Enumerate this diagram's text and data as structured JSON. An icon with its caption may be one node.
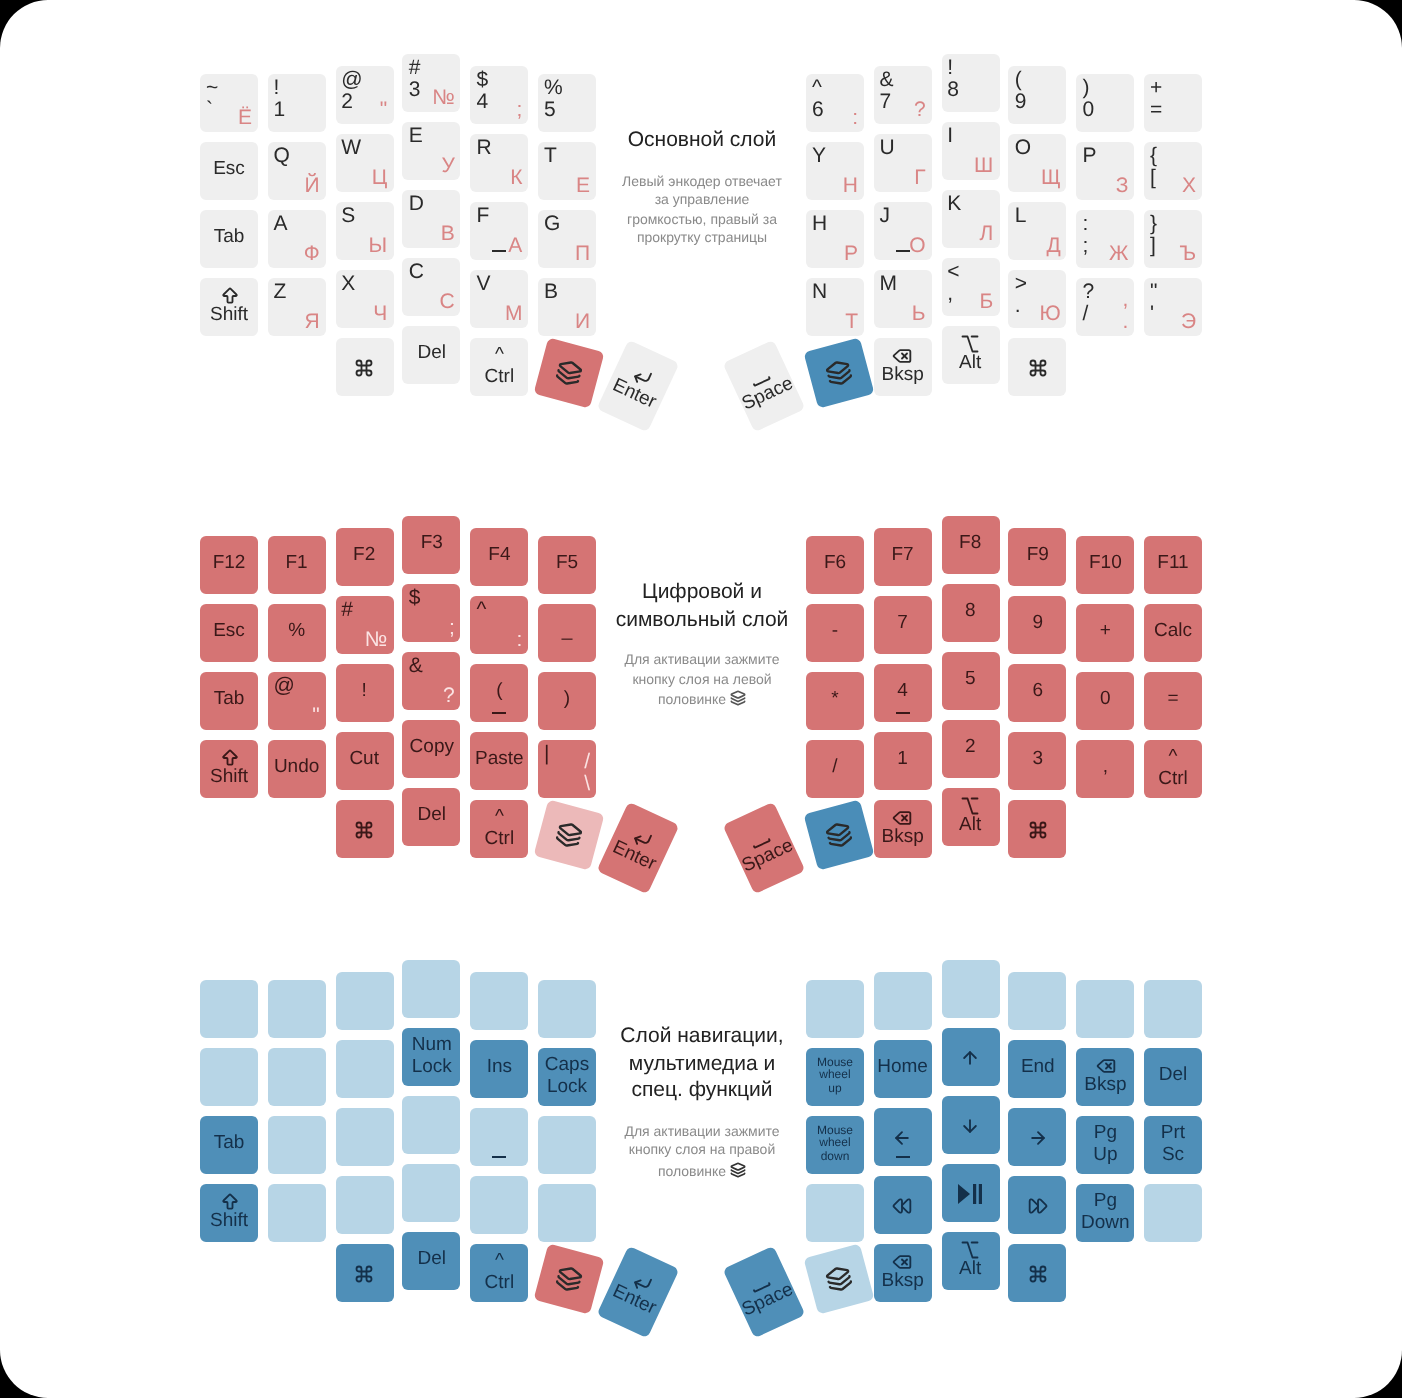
{
  "diagram": {
    "nodes": [
      {
        "text": [
          "~",
          "`",
          "Ё"
        ]
      },
      {
        "text": [
          "!",
          "1"
        ]
      },
      {
        "text": [
          "@",
          "2",
          "\""
        ]
      },
      {
        "text": [
          "#",
          "3",
          "№"
        ]
      },
      {
        "text": [
          "$",
          "4",
          ";"
        ]
      },
      {
        "text": [
          "%",
          "5"
        ]
      },
      {
        "text": [
          "Esc"
        ]
      },
      {
        "text": [
          "Q",
          "Й"
        ]
      },
      {
        "text": [
          "W",
          "Ц"
        ]
      },
      {
        "text": [
          "E",
          "У"
        ]
      },
      {
        "text": [
          "R",
          "К"
        ]
      },
      {
        "text": [
          "T",
          "Е"
        ]
      },
      {
        "text": [
          "Tab"
        ]
      },
      {
        "text": [
          "A",
          "Ф"
        ]
      },
      {
        "text": [
          "S",
          "Ы"
        ]
      },
      {
        "text": [
          "D",
          "В"
        ]
      },
      {
        "text": [
          "F",
          "А"
        ]
      },
      {
        "text": [
          "G",
          "П"
        ]
      },
      {
        "text": [
          "Shift"
        ]
      },
      {
        "text": [
          "Z",
          "Я"
        ]
      },
      {
        "text": [
          "X",
          "Ч"
        ]
      },
      {
        "text": [
          "C",
          "С"
        ]
      },
      {
        "text": [
          "V",
          "М"
        ]
      },
      {
        "text": [
          "B",
          "И"
        ]
      },
      {
        "text": [],
        "shape": "box"
      },
      {
        "text": [
          "Del"
        ]
      },
      {
        "text": [
          "^",
          "Ctrl"
        ]
      },
      {
        "text": [],
        "shape": "box"
      },
      {
        "text": [
          "Enter"
        ]
      },
      {
        "text": [
          "^",
          "6",
          ":"
        ]
      },
      {
        "text": [
          "&",
          "7",
          "?"
        ]
      },
      {
        "text": [
          "!",
          "8"
        ]
      },
      {
        "text": [
          "(",
          "9"
        ]
      },
      {
        "text": [
          ")",
          "0"
        ]
      },
      {
        "text": [
          "+",
          "="
        ]
      },
      {
        "text": [
          "Y",
          "Н"
        ]
      },
      {
        "text": [
          "U",
          "Г"
        ]
      },
      {
        "text": [
          "I",
          "Ш"
        ]
      },
      {
        "text": [
          "O",
          "Щ"
        ]
      },
      {
        "text": [
          "P",
          "З"
        ]
      },
      {
        "text": [
          "{",
          "[",
          "Х"
        ]
      },
      {
        "text": [
          "H",
          "Р"
        ]
      },
      {
        "text": [
          "J",
          "О"
        ]
      },
      {
        "text": [
          "K",
          "Л"
        ]
      },
      {
        "text": [
          "L",
          "Д"
        ]
      },
      {
        "text": [
          ":",
          ";",
          "Ж"
        ]
      },
      {
        "text": [
          "}",
          "]",
          "Ъ"
        ]
      },
      {
        "text": [
          "N",
          "Т"
        ]
      },
      {
        "text": [
          "M",
          "Ь"
        ]
      },
      {
        "text": [
          "<",
          ",",
          "Б"
        ]
      },
      {
        "text": [
          ">",
          ".",
          "Ю"
        ]
      },
      {
        "text": [
          "?",
          "/",
          ",",
          "."
        ]
      },
      {
        "text": [
          "\"",
          "'",
          "Э"
        ]
      },
      {
        "text": [
          "Space"
        ]
      },
      {
        "text": [],
        "shape": "box"
      },
      {
        "text": [
          "Bksp"
        ]
      },
      {
        "text": [
          "Alt"
        ]
      },
      {
        "text": [],
        "shape": "box"
      },
      {
        "text": [
          "F12"
        ]
      },
      {
        "text": [
          "F1"
        ]
      },
      {
        "text": [
          "F2"
        ]
      },
      {
        "text": [
          "F3"
        ]
      },
      {
        "text": [
          "F4"
        ]
      },
      {
        "text": [
          "F5"
        ]
      },
      {
        "text": [
          "Esc"
        ]
      },
      {
        "text": [
          "%"
        ]
      },
      {
        "text": [
          "#",
          "№"
        ]
      },
      {
        "text": [
          "$",
          ";"
        ]
      },
      {
        "text": [
          "^",
          ":"
        ]
      },
      {
        "text": [
          "_"
        ]
      },
      {
        "text": [
          "Tab"
        ]
      },
      {
        "text": [
          "@",
          "\""
        ]
      },
      {
        "text": [
          "!"
        ]
      },
      {
        "text": [
          "&",
          "?"
        ]
      },
      {
        "text": [
          "("
        ]
      },
      {
        "text": [
          ")"
        ]
      },
      {
        "text": [
          "Shift"
        ]
      },
      {
        "text": [
          "Undo"
        ]
      },
      {
        "text": [
          "Cut"
        ]
      },
      {
        "text": [
          "Copy"
        ]
      },
      {
        "text": [
          "Paste"
        ]
      },
      {
        "text": [
          "|",
          "/",
          "\\"
        ]
      },
      {
        "text": [],
        "shape": "box"
      },
      {
        "text": [
          "Del"
        ]
      },
      {
        "text": [
          "^",
          "Ctrl"
        ]
      },
      {
        "text": [],
        "shape": "box"
      },
      {
        "text": [
          "Enter"
        ]
      },
      {
        "text": [
          "F6"
        ]
      },
      {
        "text": [
          "F7"
        ]
      },
      {
        "text": [
          "F8"
        ]
      },
      {
        "text": [
          "F9"
        ]
      },
      {
        "text": [
          "F10"
        ]
      },
      {
        "text": [
          "F11"
        ]
      },
      {
        "text": [
          "-"
        ]
      },
      {
        "text": [
          "7"
        ]
      },
      {
        "text": [
          "8"
        ]
      },
      {
        "text": [
          "9"
        ]
      },
      {
        "text": [
          "+"
        ]
      },
      {
        "text": [
          "Calc"
        ]
      },
      {
        "text": [
          "*"
        ]
      },
      {
        "text": [
          "4"
        ]
      },
      {
        "text": [
          "5"
        ]
      },
      {
        "text": [
          "6"
        ]
      },
      {
        "text": [
          "0"
        ]
      },
      {
        "text": [
          "="
        ]
      },
      {
        "text": [
          "/"
        ]
      },
      {
        "text": [
          "1"
        ]
      },
      {
        "text": [
          "2"
        ]
      },
      {
        "text": [
          "3"
        ]
      },
      {
        "text": [
          ","
        ]
      },
      {
        "text": [
          "^",
          "Ctrl"
        ]
      },
      {
        "text": [
          "Space"
        ]
      },
      {
        "text": [],
        "shape": "box"
      },
      {
        "text": [
          "Bksp"
        ]
      },
      {
        "text": [
          "Alt"
        ]
      },
      {
        "text": [],
        "shape": "box"
      },
      {
        "text": [],
        "shape": "box"
      },
      {
        "text": [],
        "shape": "box"
      },
      {
        "text": [],
        "shape": "box"
      },
      {
        "text": [],
        "shape": "box"
      },
      {
        "text": [],
        "shape": "box"
      },
      {
        "text": [],
        "shape": "box"
      },
      {
        "text": [],
        "shape": "box"
      },
      {
        "text": [],
        "shape": "box"
      },
      {
        "text": [],
        "shape": "box"
      },
      {
        "text": [
          "Num Lock"
        ]
      },
      {
        "text": [
          "Ins"
        ]
      },
      {
        "text": [
          "Caps Lock"
        ]
      },
      {
        "text": [
          "Tab"
        ]
      },
      {
        "text": [],
        "shape": "box"
      },
      {
        "text": [],
        "shape": "box"
      },
      {
        "text": [],
        "shape": "box"
      },
      {
        "text": [],
        "shape": "box"
      },
      {
        "text": [],
        "shape": "box"
      },
      {
        "text": [
          "Shift"
        ]
      },
      {
        "text": [],
        "shape": "box"
      },
      {
        "text": [],
        "shape": "box"
      },
      {
        "text": [],
        "shape": "box"
      },
      {
        "text": [],
        "shape": "box"
      },
      {
        "text": [],
        "shape": "box"
      },
      {
        "text": [],
        "shape": "box"
      },
      {
        "text": [
          "Del"
        ]
      },
      {
        "text": [
          "^",
          "Ctrl"
        ]
      },
      {
        "text": [],
        "shape": "box"
      },
      {
        "text": [
          "Enter"
        ]
      },
      {
        "text": [],
        "shape": "box"
      },
      {
        "text": [],
        "shape": "box"
      },
      {
        "text": [],
        "shape": "box"
      },
      {
        "text": [],
        "shape": "box"
      },
      {
        "text": [],
        "shape": "box"
      },
      {
        "text": [],
        "shape": "box"
      },
      {
        "text": [
          "Mouse wheel up"
        ]
      },
      {
        "text": [
          "Home"
        ]
      },
      {
        "text": [],
        "shape": "box"
      },
      {
        "text": [
          "End"
        ]
      },
      {
        "text": [
          "Bksp"
        ]
      },
      {
        "text": [
          "Del"
        ]
      },
      {
        "text": [
          "Mouse wheel down"
        ]
      },
      {
        "text": [],
        "shape": "box"
      },
      {
        "text": [],
        "shape": "box"
      },
      {
        "text": [],
        "shape": "box"
      },
      {
        "text": [
          "Pg Up"
        ]
      },
      {
        "text": [
          "Prt Sc"
        ]
      },
      {
        "text": [],
        "shape": "box"
      },
      {
        "text": [],
        "shape": "box"
      },
      {
        "text": [],
        "shape": "box"
      },
      {
        "text": [],
        "shape": "box"
      },
      {
        "text": [
          "Pg Down"
        ]
      },
      {
        "text": [],
        "shape": "box"
      },
      {
        "text": [
          "Space"
        ]
      },
      {
        "text": [],
        "shape": "box"
      },
      {
        "text": [
          "Bksp"
        ]
      },
      {
        "text": [
          "Alt"
        ]
      },
      {
        "text": [],
        "shape": "box"
      }
    ],
    "labels": [
      "Основной слой",
      "Левый энкодер отвечает за управление громкостью, правый за прокрутку страницы",
      "Цифровой и символьный слой",
      "Для активации зажмите кнопку слоя на левой половинке",
      "Слой навигации, мультимедиа и спец. функций",
      "Для активации зажмите кнопку слоя на правой половинке"
    ]
  }
}
